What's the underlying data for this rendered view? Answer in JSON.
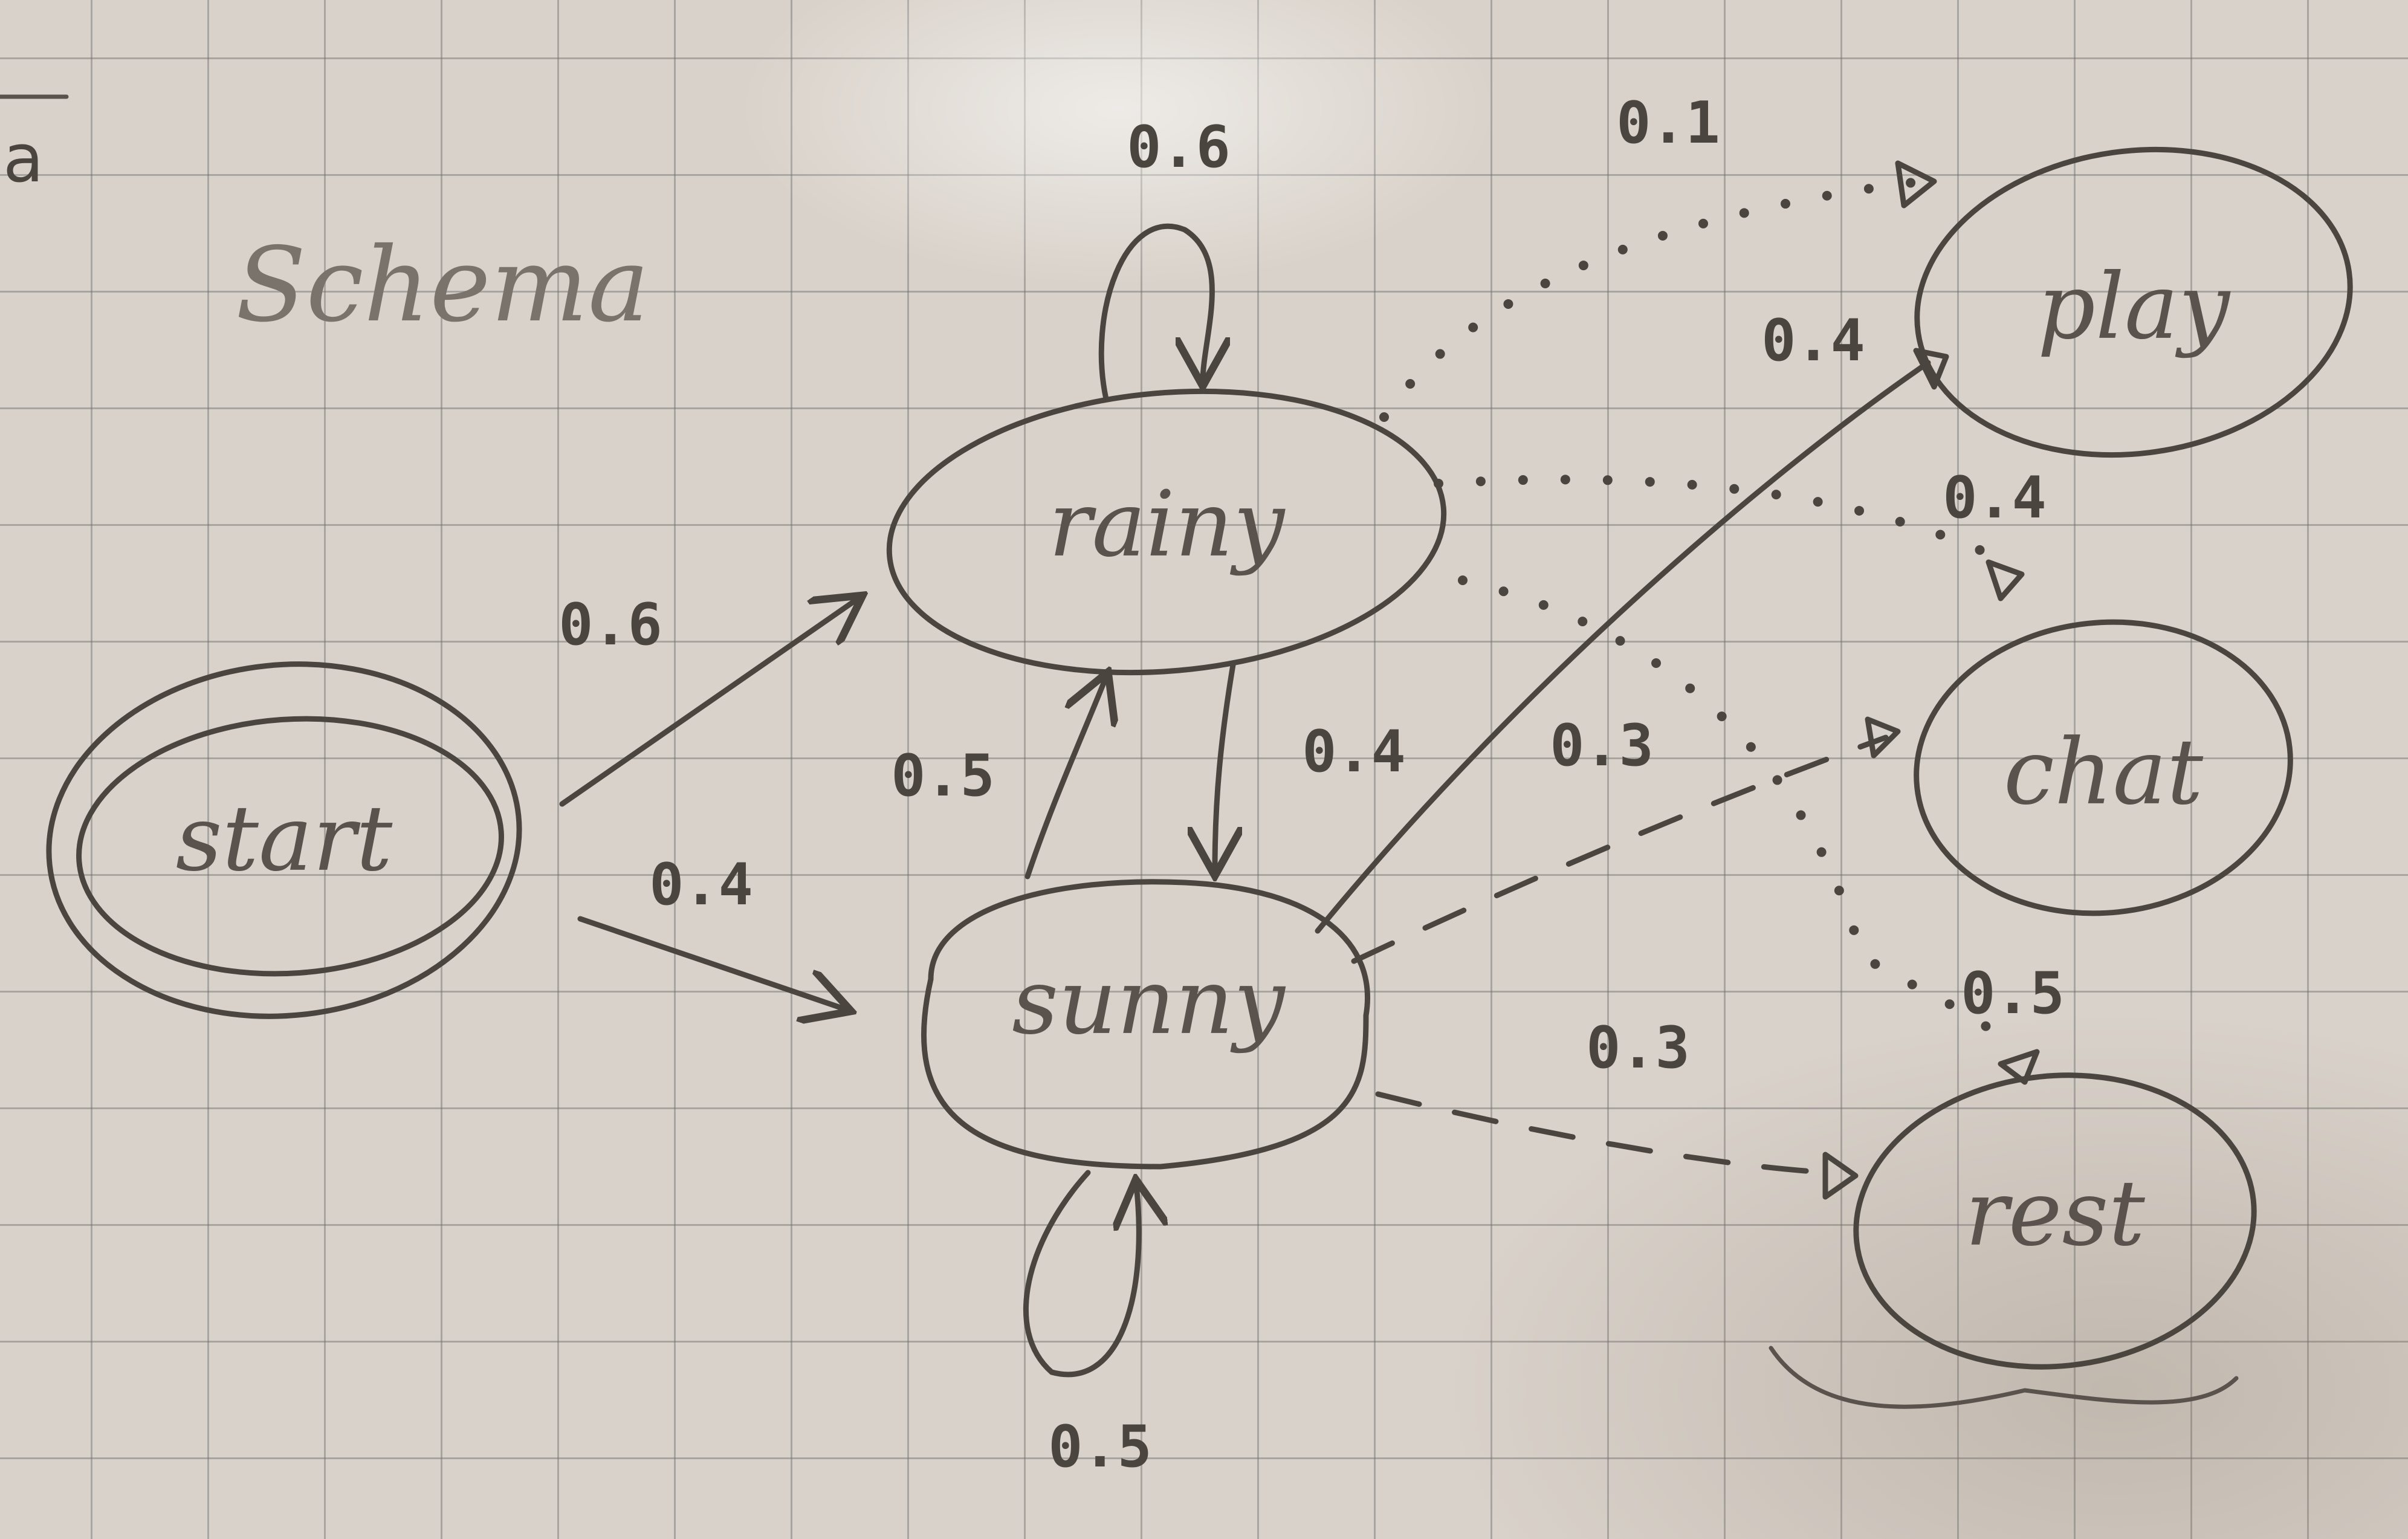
{
  "title": "Schema",
  "margin_mark": "a",
  "nodes": {
    "start": "start",
    "rainy": "rainy",
    "sunny": "sunny",
    "play": "play",
    "chat": "chat",
    "rest": "rest"
  },
  "edges": {
    "start_rainy": "0.6",
    "start_sunny": "0.4",
    "rainy_rainy": "0.6",
    "rainy_sunny": "0.4",
    "sunny_rainy": "0.5",
    "sunny_sunny": "0.5",
    "rainy_play": "0.1",
    "rainy_chat": "0.4",
    "rainy_rest": "0.5",
    "sunny_play": "0.4",
    "sunny_chat": "0.3",
    "sunny_rest": "0.3"
  }
}
